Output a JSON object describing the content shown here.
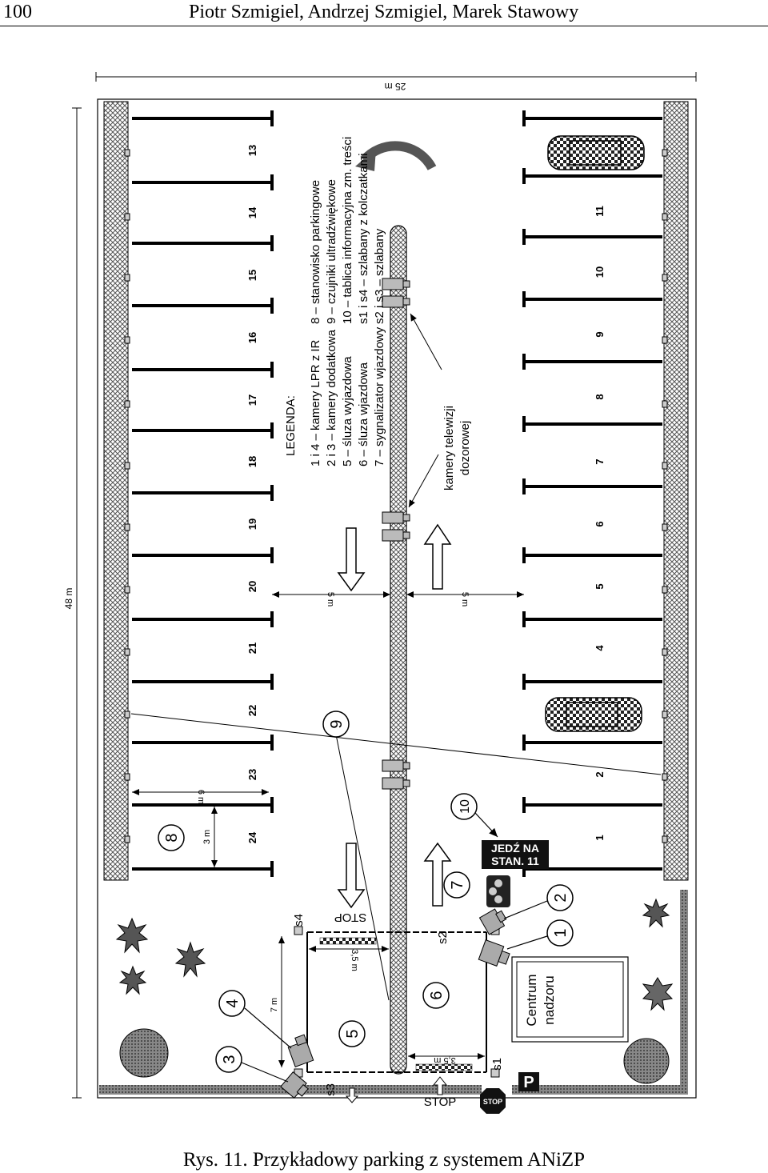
{
  "header": {
    "page_number": "100",
    "authors": "Piotr Szmigiel, Andrzej Szmigiel, Marek Stawowy"
  },
  "caption": "Rys. 11. Przykładowy parking z systemem ANiZP",
  "dimensions": {
    "width_48": "48 m",
    "width_25": "25 m",
    "lane_5_left": "5 m",
    "lane_5_right": "5 m",
    "bay_6": "6 m",
    "bay_3": "3 m",
    "lock_7": "7 m",
    "lock_35_upper": "3,5 m",
    "lock_35_lower": "3,5 m"
  },
  "spaces_top": [
    "24",
    "23",
    "22",
    "21",
    "20",
    "19",
    "18",
    "17",
    "16",
    "15",
    "14",
    "13"
  ],
  "spaces_bottom": [
    "1",
    "2",
    "4",
    "5",
    "6",
    "7",
    "8",
    "9",
    "10",
    "11"
  ],
  "legend": {
    "title": "LEGENDA:",
    "col1": [
      "1 i 4 – kamery LPR z IR",
      "2 i 3 – kamery dodatkowa",
      "5 – śluza wyjazdowa",
      "6 – śluza wjazdowa",
      "7 – sygnalizator wjazdowy"
    ],
    "col2": [
      "8 – stanowisko parkingowe",
      "9 – czujniki ultradźwiękowe",
      "10 – tablica informacyjna zm. treści",
      "s1 i s4 – szlabany z kolczatkami",
      "s2 i s3 – szlabany"
    ]
  },
  "callout_camera": [
    "kamery telewizji",
    "dozorowej"
  ],
  "markers": {
    "m1": "1",
    "m2": "2",
    "m3": "3",
    "m4": "4",
    "m5": "5",
    "m6": "6",
    "m7": "7",
    "m8": "8",
    "m9": "9",
    "m10": "10"
  },
  "barriers": {
    "s1": "s1",
    "s2": "s2",
    "s3": "s3",
    "s4": "s4"
  },
  "stop_labels": {
    "upper": "STOP",
    "lower": "STOP",
    "sign": "STOP"
  },
  "info_board": [
    "JEDŹ NA",
    "STAN. 11"
  ],
  "control_center": [
    "Centrum",
    "nadzoru"
  ],
  "parking_sign": "P"
}
